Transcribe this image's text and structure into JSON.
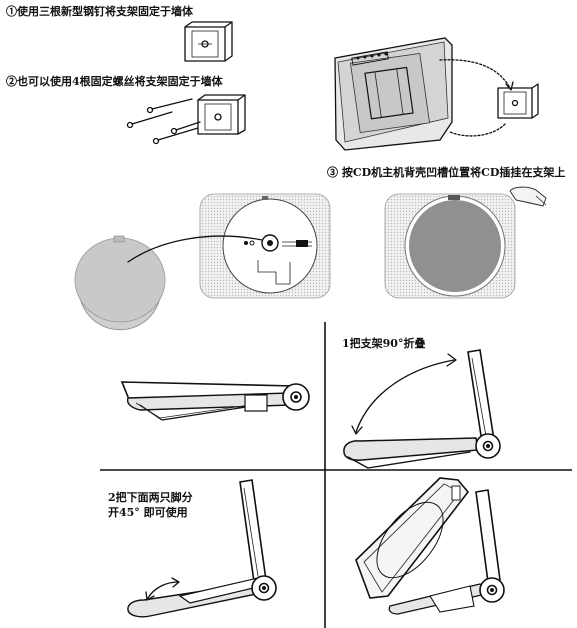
{
  "steps": {
    "step1": "①使用三根新型钢钉将支架固定于墙体",
    "step2": "②也可以使用4根固定螺丝将支架固定于墙体",
    "step3": "③ 按CD机主机背壳凹槽位置将CD插挂在支架上"
  },
  "stand": {
    "fold_caption": "1把支架90°折叠",
    "open_caption_line1": "2把下面两只脚分",
    "open_caption_line2": "开45° 即可使用"
  }
}
